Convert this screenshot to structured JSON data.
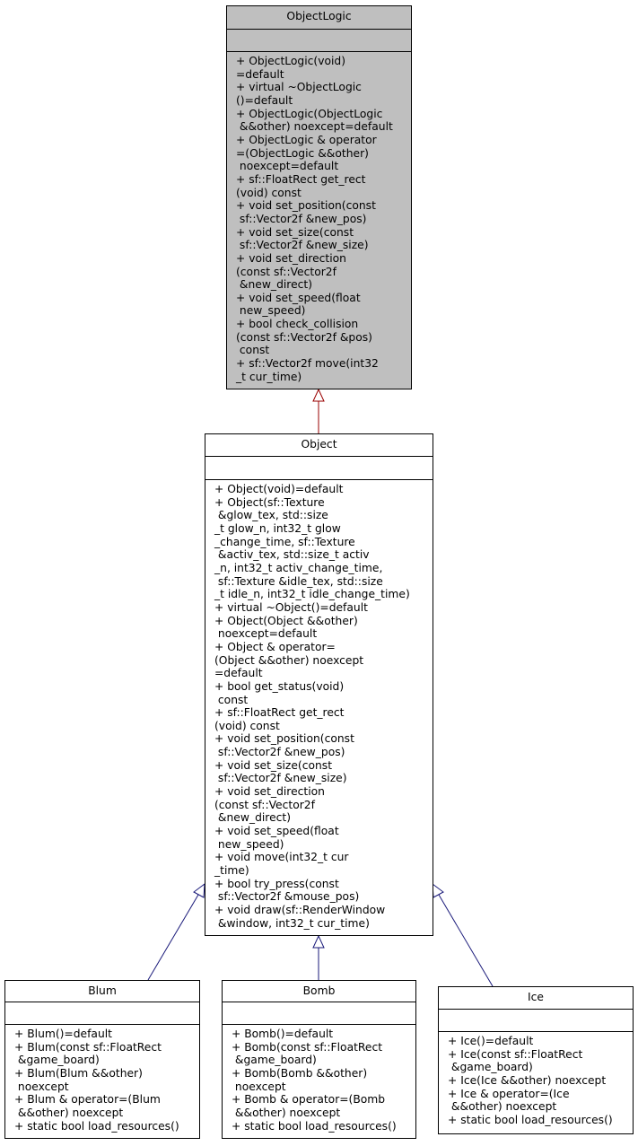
{
  "classes": {
    "objectlogic": {
      "name": "ObjectLogic",
      "fill": "#bfbfbf",
      "lines": [
        "+ ObjectLogic(void)",
        "=default",
        "+ virtual ~ObjectLogic",
        "()=default",
        "+ ObjectLogic(ObjectLogic",
        " &&other) noexcept=default",
        "+ ObjectLogic & operator",
        "=(ObjectLogic &&other)",
        " noexcept=default",
        "+ sf::FloatRect get_rect",
        "(void) const",
        "+ void set_position(const",
        " sf::Vector2f &new_pos)",
        "+ void set_size(const",
        " sf::Vector2f &new_size)",
        "+ void set_direction",
        "(const sf::Vector2f",
        " &new_direct)",
        "+ void set_speed(float",
        " new_speed)",
        "+ bool check_collision",
        "(const sf::Vector2f &pos)",
        " const",
        "+ sf::Vector2f move(int32",
        "_t cur_time)"
      ]
    },
    "object": {
      "name": "Object",
      "fill": "#ffffff",
      "lines": [
        "+ Object(void)=default",
        "+ Object(sf::Texture",
        " &glow_tex, std::size",
        "_t glow_n, int32_t glow",
        "_change_time, sf::Texture",
        " &activ_tex, std::size_t activ",
        "_n, int32_t activ_change_time,",
        " sf::Texture &idle_tex, std::size",
        "_t idle_n, int32_t idle_change_time)",
        "+ virtual ~Object()=default",
        "+ Object(Object &&other)",
        " noexcept=default",
        "+ Object & operator=",
        "(Object &&other) noexcept",
        "=default",
        "+ bool get_status(void)",
        " const",
        "+ sf::FloatRect get_rect",
        "(void) const",
        "+ void set_position(const",
        " sf::Vector2f &new_pos)",
        "+ void set_size(const",
        " sf::Vector2f &new_size)",
        "+ void set_direction",
        "(const sf::Vector2f",
        " &new_direct)",
        "+ void set_speed(float",
        " new_speed)",
        "+ void move(int32_t cur",
        "_time)",
        "+ bool try_press(const",
        " sf::Vector2f &mouse_pos)",
        "+ void draw(sf::RenderWindow",
        " &window, int32_t cur_time)"
      ]
    },
    "blum": {
      "name": "Blum",
      "fill": "#ffffff",
      "lines": [
        "+ Blum()=default",
        "+ Blum(const sf::FloatRect",
        " &game_board)",
        "+ Blum(Blum &&other)",
        " noexcept",
        "+ Blum & operator=(Blum",
        " &&other) noexcept",
        "+ static bool load_resources()"
      ]
    },
    "bomb": {
      "name": "Bomb",
      "fill": "#ffffff",
      "lines": [
        "+ Bomb()=default",
        "+ Bomb(const sf::FloatRect",
        " &game_board)",
        "+ Bomb(Bomb &&other)",
        " noexcept",
        "+ Bomb & operator=(Bomb",
        " &&other) noexcept",
        "+ static bool load_resources()"
      ]
    },
    "ice": {
      "name": "Ice",
      "fill": "#ffffff",
      "lines": [
        "+ Ice()=default",
        "+ Ice(const sf::FloatRect",
        " &game_board)",
        "+ Ice(Ice &&other) noexcept",
        "+ Ice & operator=(Ice",
        " &&other) noexcept",
        "+ static bool load_resources()"
      ]
    }
  },
  "edges": [
    {
      "from": "object",
      "to": "objectlogic",
      "color": "#9a0000"
    },
    {
      "from": "blum",
      "to": "object",
      "color": "#1a1a7a"
    },
    {
      "from": "bomb",
      "to": "object",
      "color": "#1a1a7a"
    },
    {
      "from": "ice",
      "to": "object",
      "color": "#1a1a7a"
    }
  ]
}
